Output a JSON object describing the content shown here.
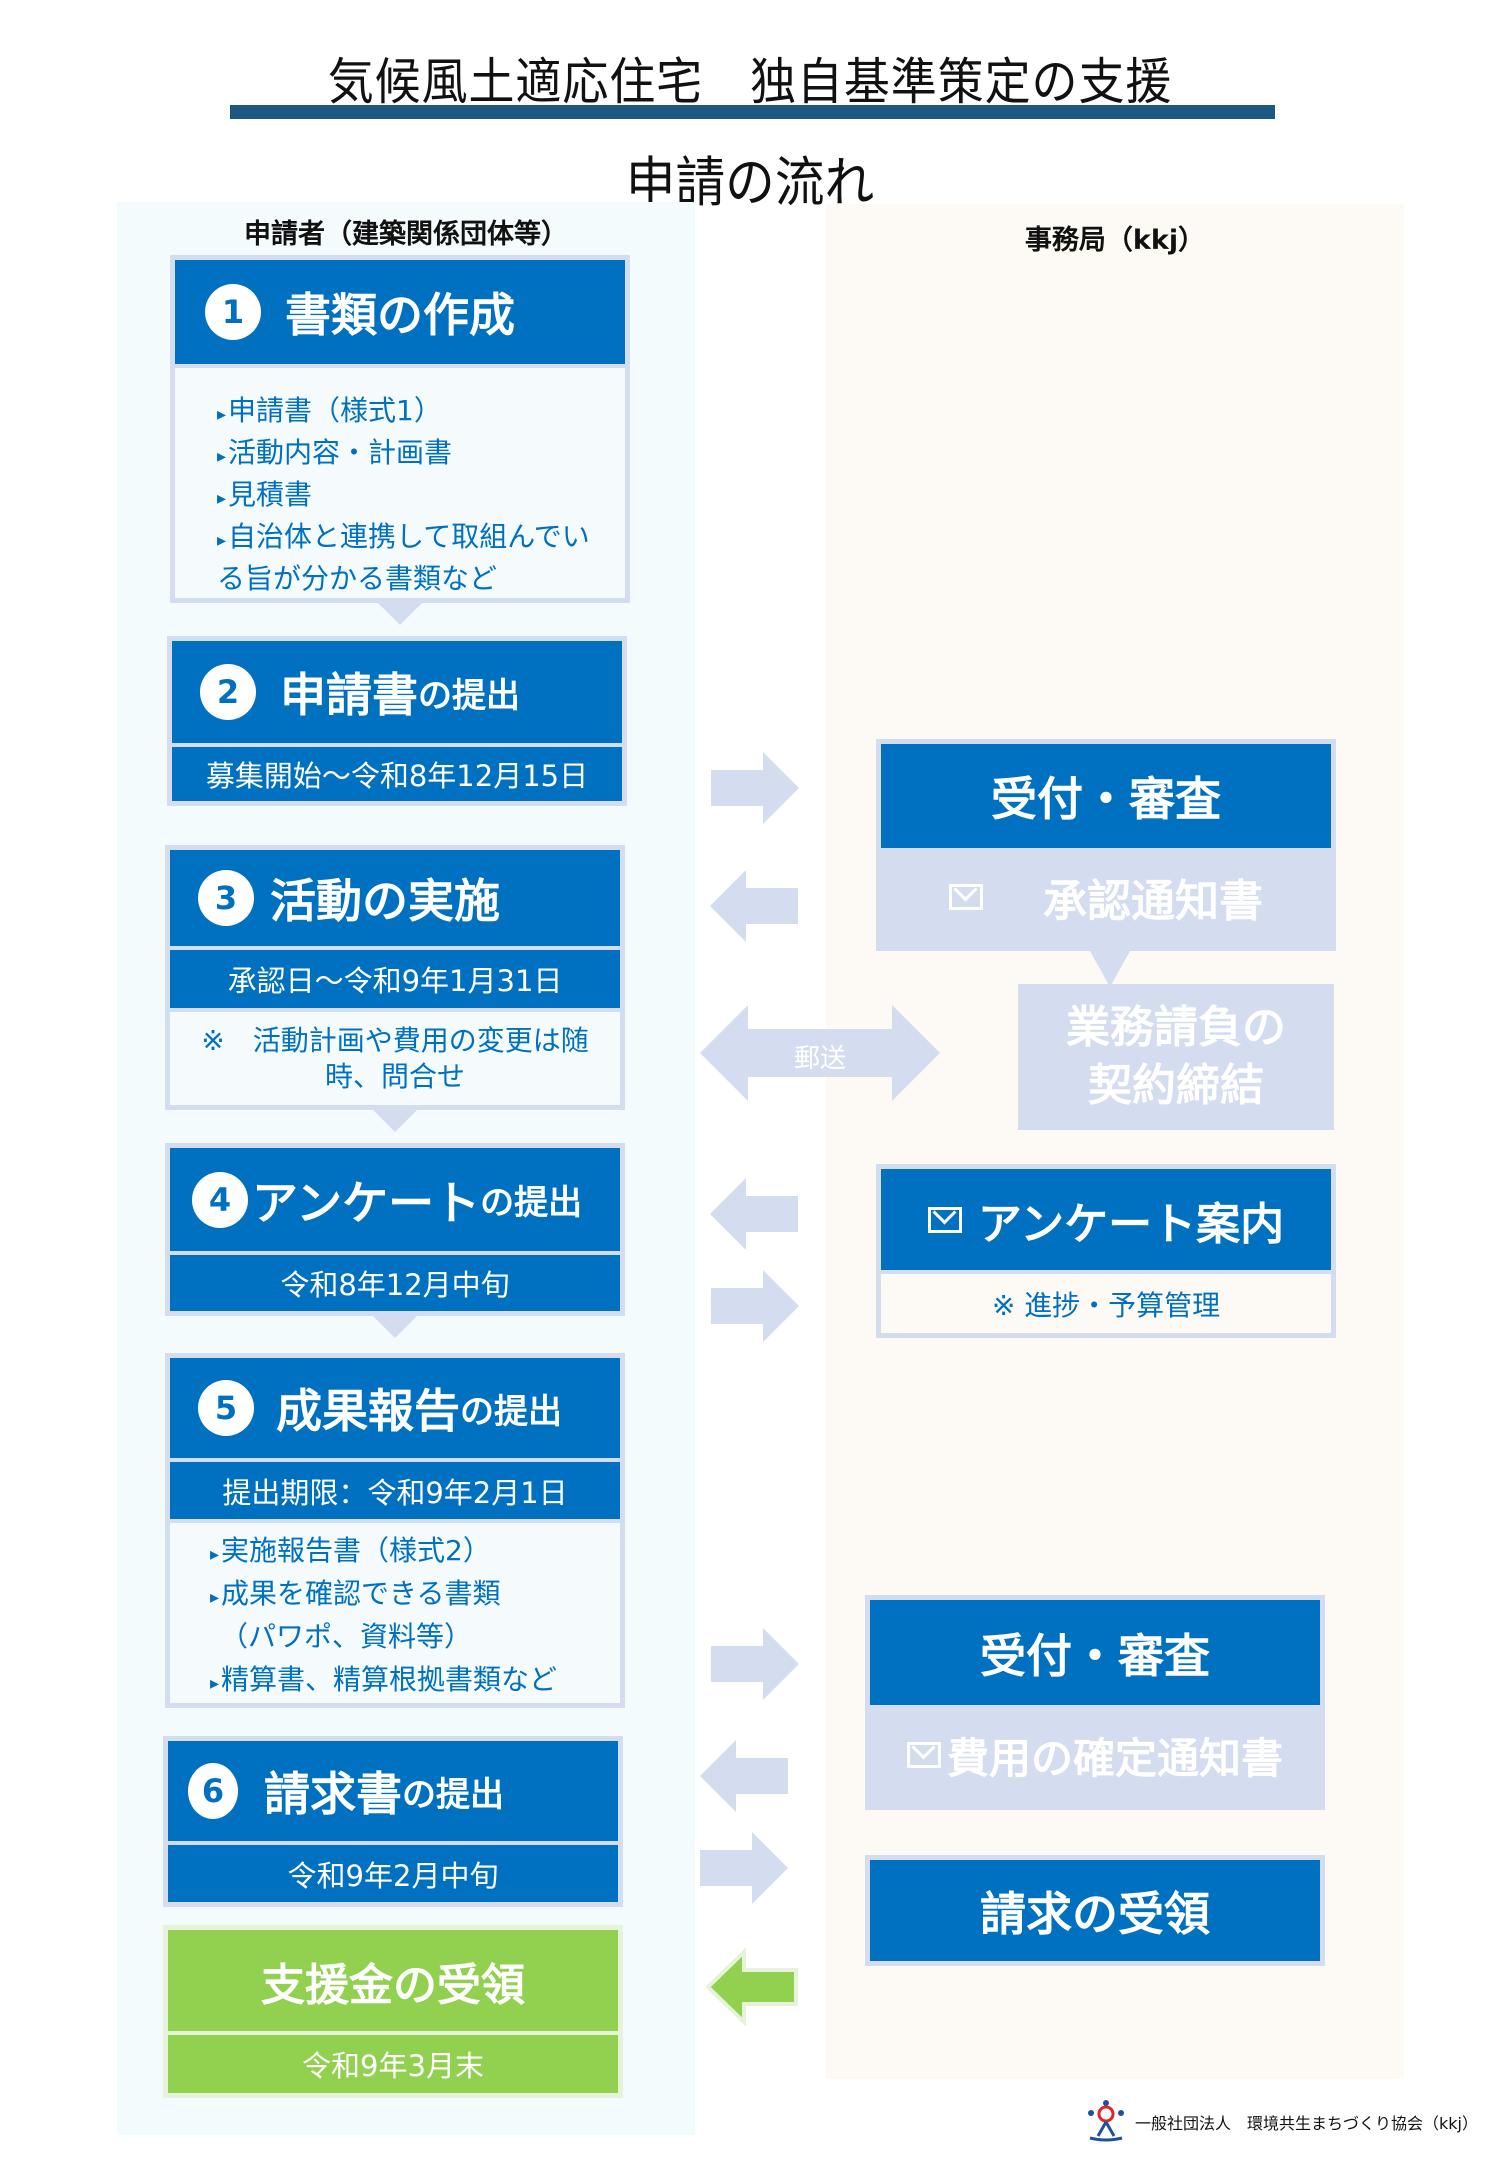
{
  "header": {
    "main_title": "気候風土適応住宅　独自基準策定の支援",
    "sub_title": "申請の流れ"
  },
  "columns": {
    "left_heading": "申請者（建築関係団体等）",
    "right_heading": "事務局（kkj）"
  },
  "steps": [
    {
      "number": "1",
      "title_main": "書類の作成",
      "title_suffix": "",
      "bullets": [
        "申請書（様式1）",
        "活動内容・計画書",
        "見積書",
        "自治体と連携して取組んでいる旨が分かる書類など"
      ]
    },
    {
      "number": "2",
      "title_main": "申請書",
      "title_suffix": "の提出",
      "period": "募集開始～令和8年12月15日"
    },
    {
      "number": "3",
      "title_main": "活動の実施",
      "title_suffix": "",
      "period": "承認日～令和9年1月31日",
      "note": "※　活動計画や費用の変更は随時、問合せ"
    },
    {
      "number": "4",
      "title_main": "アンケート",
      "title_suffix": "の提出",
      "period": "令和8年12月中旬"
    },
    {
      "number": "5",
      "title_main": "成果報告",
      "title_suffix": "の提出",
      "period": "提出期限：令和9年2月1日",
      "bullets": [
        "実施報告書（様式2）",
        "成果を確認できる書類",
        "（パワポ、資料等）",
        "精算書、精算根拠書類など"
      ]
    },
    {
      "number": "6",
      "title_main": "請求書",
      "title_suffix": "の提出",
      "period": "令和9年2月中旬"
    }
  ],
  "final_step": {
    "title": "支援金の受領",
    "period": "令和9年3月末"
  },
  "office": {
    "review1": {
      "title": "受付・審査",
      "notice": "承認通知書",
      "icon": "mail-icon"
    },
    "contract": {
      "line1": "業務請負の",
      "line2": "契約締結"
    },
    "mail_label": "郵送",
    "survey": {
      "title": "アンケート案内",
      "note": "※ 進捗・予算管理",
      "icon": "mail-icon"
    },
    "review2": {
      "title": "受付・審査",
      "notice": "費用の確定通知書",
      "icon": "mail-icon"
    },
    "invoice": {
      "title": "請求の受領"
    }
  },
  "footer": {
    "organization": "一般社団法人　環境共生まちづくり協会（kkj）"
  },
  "colors": {
    "primary_blue": "#0070c0",
    "light_blue": "#d4dcf0",
    "green": "#92d050",
    "title_bar": "#1b577f"
  }
}
